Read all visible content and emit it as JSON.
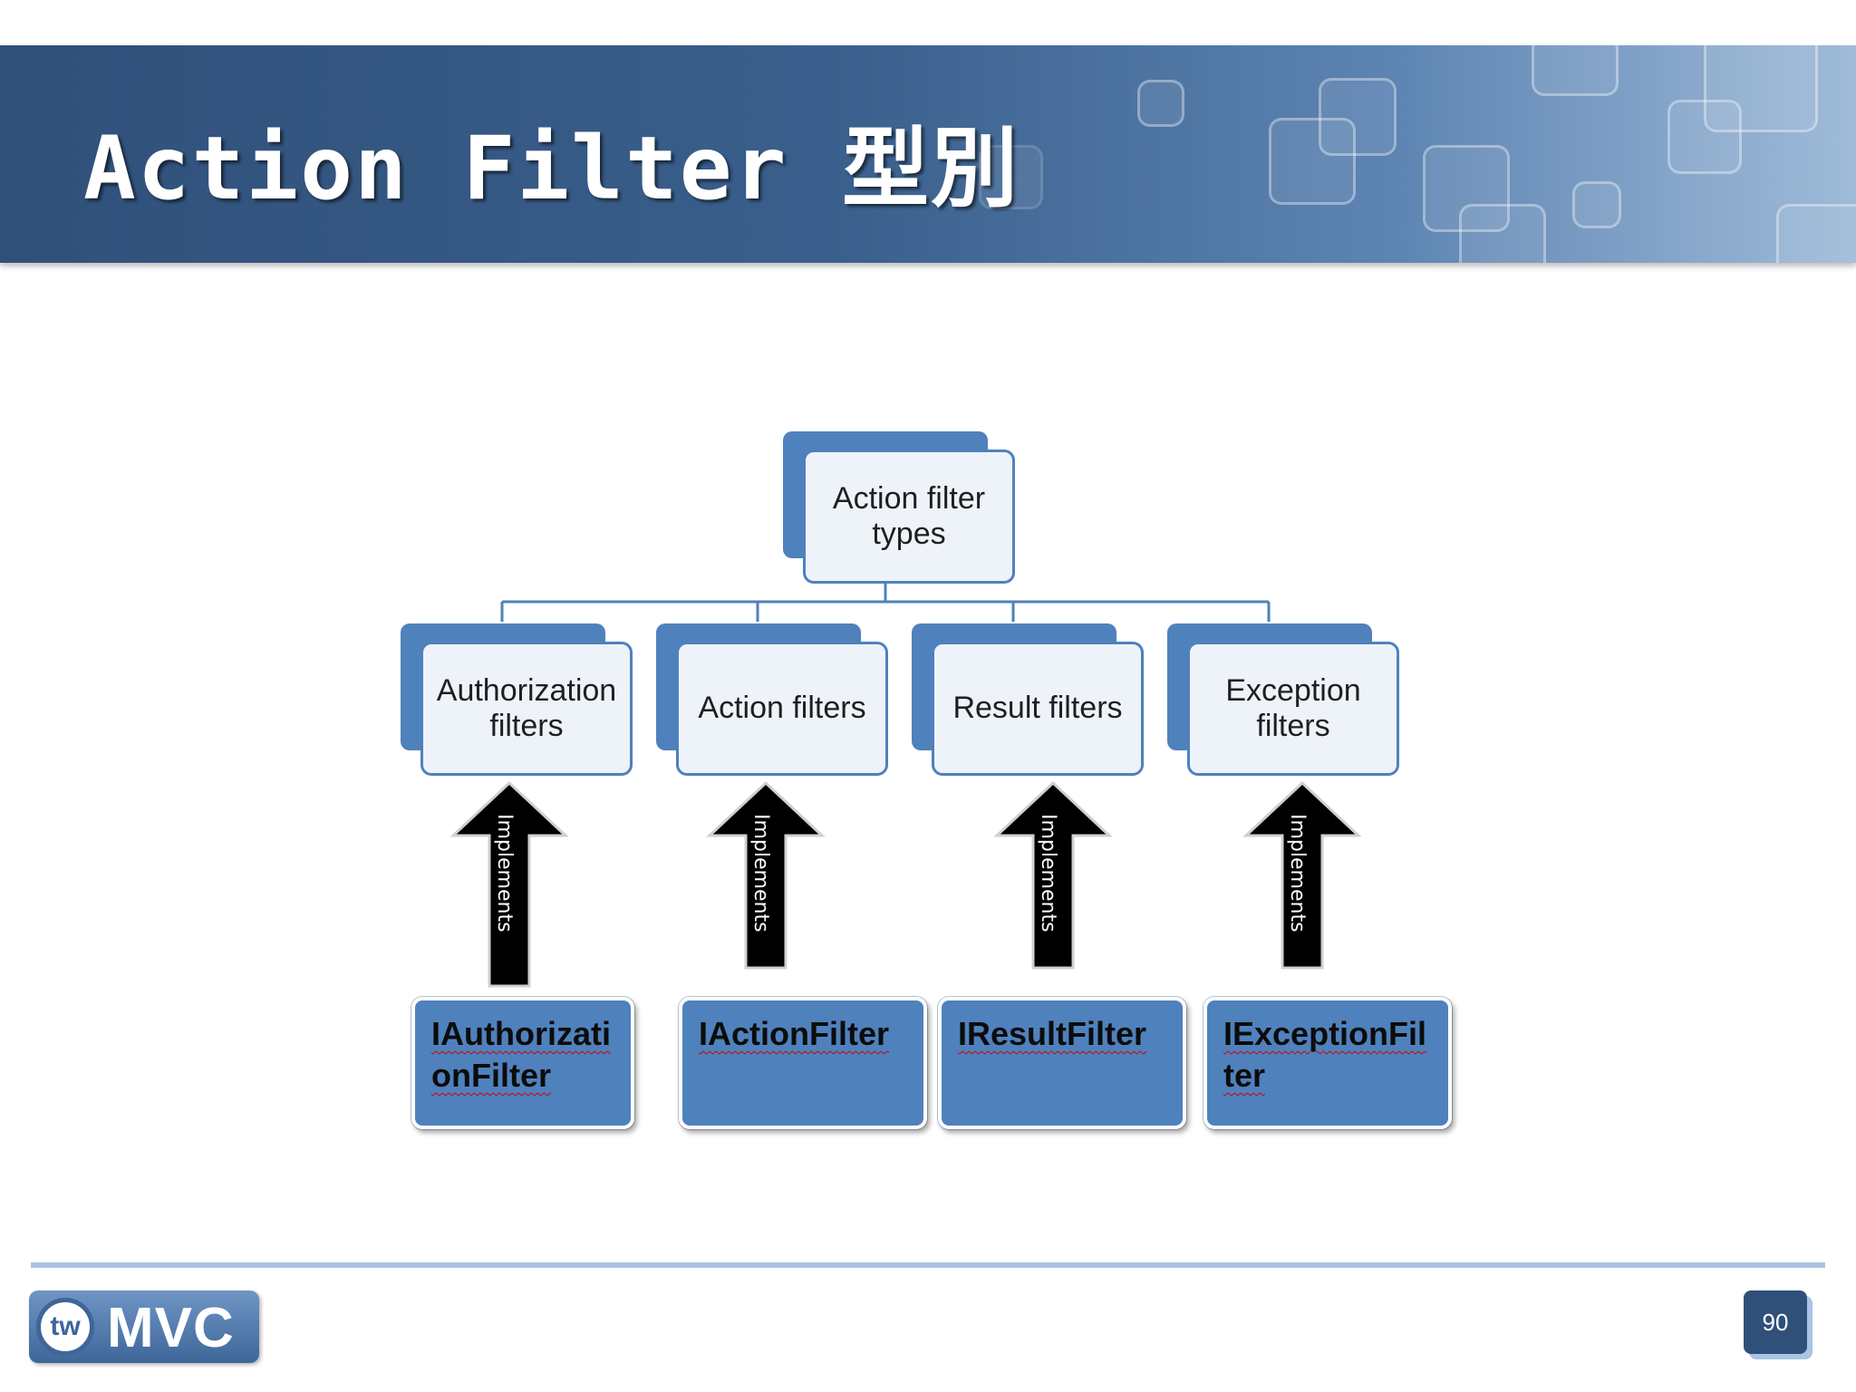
{
  "slide": {
    "title": "Action Filter 型別",
    "page_number": "90"
  },
  "logo": {
    "badge": "tw",
    "text": "MVC"
  },
  "diagram": {
    "root": "Action filter types",
    "categories": [
      "Authorization filters",
      "Action filters",
      "Result filters",
      "Exception filters"
    ],
    "arrow_label": "Implements",
    "interfaces": [
      "IAuthorizationFilter",
      "IActionFilter",
      "IResultFilter",
      "IExceptionFilter"
    ]
  },
  "colors": {
    "header_dark": "#2f5079",
    "box_blue": "#4f81bd",
    "box_light": "#eef3fa",
    "arrow": "#000000"
  }
}
